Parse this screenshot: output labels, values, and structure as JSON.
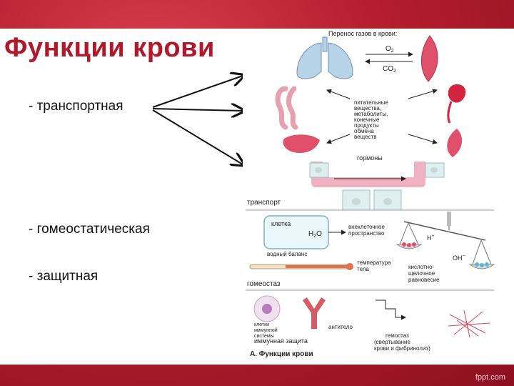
{
  "slide": {
    "title": "Функции крови",
    "items": [
      "- транспортная",
      "- гомеостатическая",
      "- защитная"
    ]
  },
  "figure": {
    "header": "Перенос газов в крови:",
    "o2": "O",
    "o2_sub": "2",
    "co2": "CO",
    "co2_sub": "2",
    "nutrients": [
      "питательные",
      "вещества,",
      "метаболиты,",
      "конечные",
      "продукты",
      "обмена",
      "веществ"
    ],
    "hormones": "гормоны",
    "transport": "транспорт",
    "cell": "клетка",
    "h2o": "H",
    "h2o_sub": "2",
    "h2o_tail": "O",
    "extracellular": [
      "внеклеточное",
      "пространство"
    ],
    "water_balance": "водный баланс",
    "hplus": "H",
    "ohminus": "OH",
    "temperature": [
      "температура",
      "тела"
    ],
    "acid_base": [
      "кислотно-",
      "щелочное",
      "равновесие"
    ],
    "homeostasis": "гомеостаз",
    "immune_cells": [
      "клетки",
      "иммунной",
      "системы"
    ],
    "antibody": "антитело",
    "immune_protection": "иммунная защита",
    "hemostasis": [
      "гемостаз",
      "(свертывание",
      "крови и фибринолиз)"
    ],
    "caption": "А. Функции крови"
  },
  "footer": "fppt.com",
  "colors": {
    "accent": "#b3172a",
    "background": "#b51e2e",
    "organ": "#e0506a",
    "lung": "#b7d3e8"
  }
}
